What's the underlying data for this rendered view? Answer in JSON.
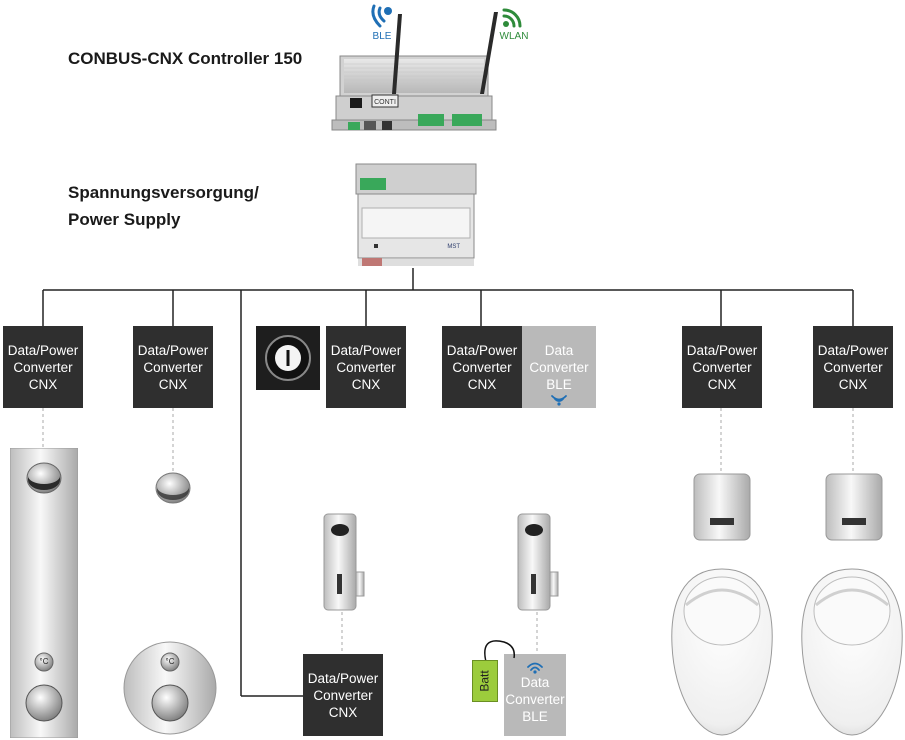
{
  "header": {
    "ble_label": "BLE",
    "wlan_label": "WLAN",
    "controller_title": "CONBUS-CNX Controller 150",
    "power_supply_title_line1": "Spannungsversorgung/",
    "power_supply_title_line2": "Power Supply"
  },
  "device_labels": {
    "controller_brand": "CONTI",
    "power_supply_brand": "MST"
  },
  "converters": [
    {
      "line1": "Data/Power",
      "line2": "Converter",
      "line3": "CNX"
    },
    {
      "line1": "Data/Power",
      "line2": "Converter",
      "line3": "CNX"
    },
    {
      "line1": "Data/Power",
      "line2": "Converter",
      "line3": "CNX"
    },
    {
      "line1": "Data/Power",
      "line2": "Converter",
      "line3": "CNX"
    },
    {
      "line1": "Data/Power",
      "line2": "Converter",
      "line3": "CNX"
    },
    {
      "line1": "Data/Power",
      "line2": "Converter",
      "line3": "CNX"
    },
    {
      "line1": "Data/Power",
      "line2": "Converter",
      "line3": "CNX"
    }
  ],
  "ble_converters": [
    {
      "line1": "Data",
      "line2": "Converter",
      "line3": "BLE"
    },
    {
      "line1": "Data",
      "line2": "Converter",
      "line3": "BLE"
    }
  ],
  "fixtures": {
    "temp_label": "°C",
    "batt_label": "Batt"
  },
  "colors": {
    "ble_blue": "#1f6fb5",
    "wlan_green": "#2e8b3a",
    "converter_dark": "#2f2f2f",
    "converter_ble": "#b9b9b9",
    "battery_green": "#9ccc3c"
  },
  "icons": [
    "ble-icon",
    "wlan-icon",
    "key-switch-icon",
    "wireless-icon"
  ]
}
